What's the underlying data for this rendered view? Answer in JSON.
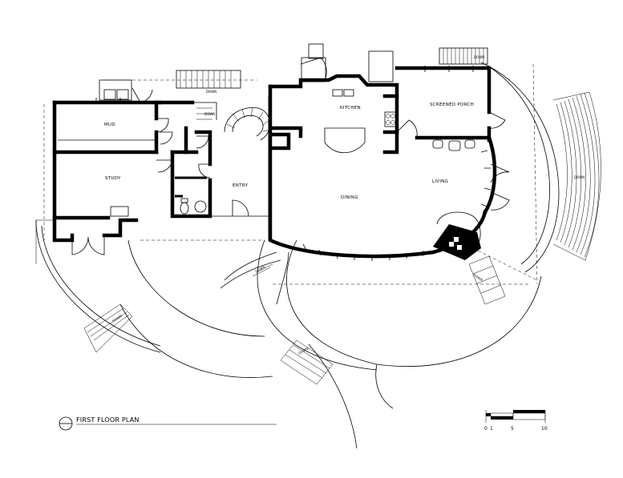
{
  "plan": {
    "title": "FIRST FLOOR PLAN",
    "rooms": {
      "mud": "MUD",
      "study": "STUDY",
      "entry": "ENTRY",
      "kitchen": "KITCHEN",
      "screened_porch": "SCREENED PORCH",
      "dining": "DINING",
      "living": "LIVING"
    },
    "stair_labels": {
      "down_top_left": "DOWN",
      "down_stair": "DOWN",
      "down_porch": "DOWN",
      "down_right": "DOWN",
      "down_front": "DOWN",
      "down_center": "DOWN",
      "down_sw": "DOWN",
      "down_bottom": "DOWN"
    },
    "scale_bar": {
      "ticks": [
        "0",
        "1",
        "5",
        "10"
      ]
    }
  }
}
